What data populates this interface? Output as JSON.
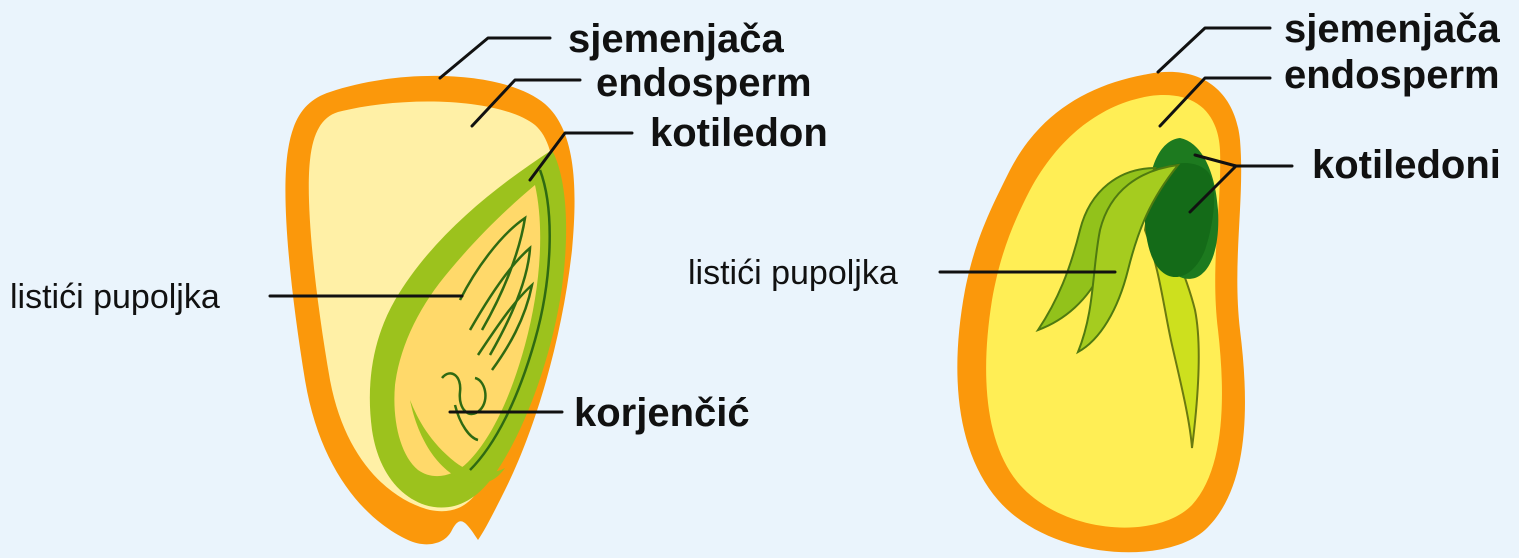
{
  "colors": {
    "background": "#eaf4fc",
    "seed_coat": "#fb980b",
    "endosperm_corn": "#fff0a6",
    "endosperm_bean": "#ffee55",
    "embryo_corn": "#ffd96a",
    "cotyledon_corn": "#9cc21d",
    "cotyledon_bean": "#1d7a1f",
    "plumule_bean": "#92c21b",
    "radicle_bean": "#cde01e",
    "label_text": "#111111"
  },
  "left_seed": {
    "labels": {
      "seed_coat": "sjemenjača",
      "endosperm": "endosperm",
      "cotyledon": "kotiledon",
      "plumule": "listići pupoljka",
      "radicle": "korjenčić"
    }
  },
  "right_seed": {
    "labels": {
      "seed_coat": "sjemenjača",
      "endosperm": "endosperm",
      "cotyledons": "kotiledoni",
      "plumule": "listići pupoljka"
    }
  }
}
